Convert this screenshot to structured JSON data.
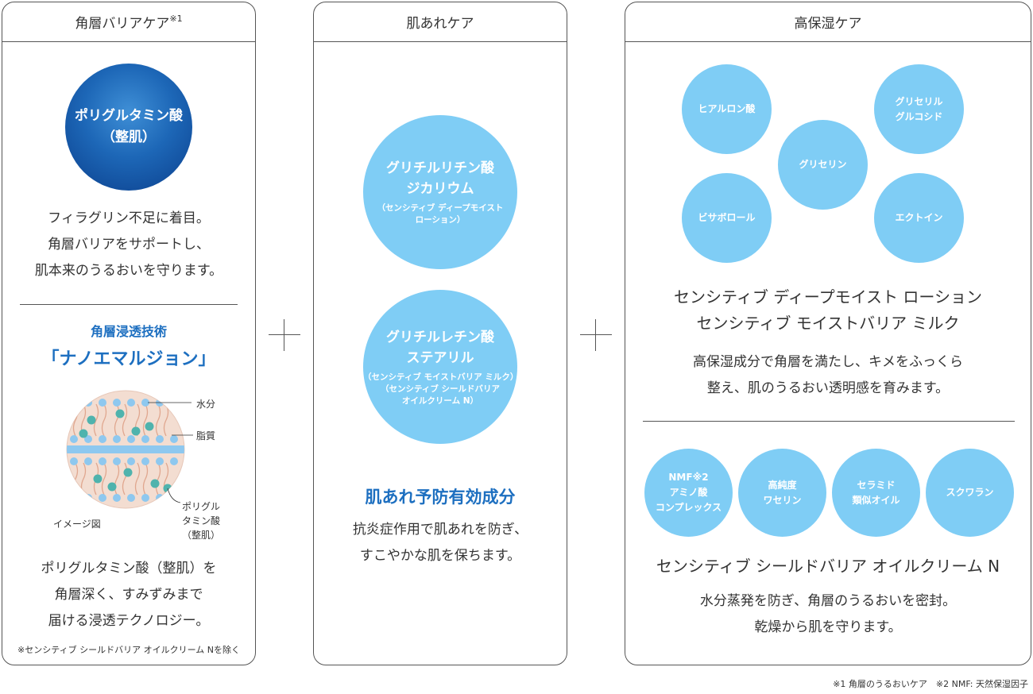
{
  "panels": {
    "barrier": {
      "title": "角層バリアケア",
      "title_mark": "※1",
      "orb_line1": "ポリグルタミン酸",
      "orb_line2": "（整肌）",
      "desc": [
        "フィラグリン不足に着目。",
        "角層バリアをサポートし、",
        "肌本来のうるおいを守ります。"
      ],
      "tech_line1": "角層浸透技術",
      "tech_line2": "「ナノエマルジョン」",
      "diagram_labels": {
        "water": "水分",
        "lipid": "脂質",
        "polyglutamic": [
          "ポリグル",
          "タミン酸",
          "（整肌）"
        ],
        "image_caption": "イメージ図"
      },
      "tech_desc": [
        "ポリグルタミン酸（整肌）を",
        "角層深く、すみずみまで",
        "届ける浸透テクノロジー。"
      ],
      "note": "※センシティブ シールドバリア オイルクリーム Nを除く"
    },
    "rough": {
      "title": "肌あれケア",
      "circle1": {
        "main": [
          "グリチルリチン酸",
          "ジカリウム"
        ],
        "sub": [
          "（センシティブ ディープモイスト",
          "ローション）"
        ]
      },
      "circle2": {
        "main": [
          "グリチルレチン酸",
          "ステアリル"
        ],
        "sub": [
          "（センシティブ モイストバリア ミルク）",
          "（センシティブ シールドバリア",
          "オイルクリーム N）"
        ]
      },
      "heading": "肌あれ予防有効成分",
      "desc": [
        "抗炎症作用で肌あれを防ぎ、",
        "すこやかな肌を保ちます。"
      ]
    },
    "moist": {
      "title": "高保湿ケア",
      "ingredients_top": [
        [
          "ヒアルロン酸"
        ],
        [
          "グリセリル",
          "グルコシド"
        ],
        [
          "グリセリン"
        ],
        [
          "ビサボロール"
        ],
        [
          "エクトイン"
        ]
      ],
      "products_1": [
        "センシティブ ディープモイスト ローション",
        "センシティブ モイストバリア ミルク"
      ],
      "desc_1": [
        "高保湿成分で角層を満たし、キメをふっくら",
        "整え、肌のうるおい透明感を育みます。"
      ],
      "ingredients_bottom": [
        [
          "NMF※2",
          "アミノ酸",
          "コンプレックス"
        ],
        [
          "高純度",
          "ワセリン"
        ],
        [
          "セラミド",
          "類似オイル"
        ],
        [
          "スクワラン"
        ]
      ],
      "product_2": "センシティブ シールドバリア オイルクリーム N",
      "desc_2": [
        "水分蒸発を防ぎ、角層のうるおいを密封。",
        "乾燥から肌を守ります。"
      ]
    }
  },
  "footnote": "※1 角層のうるおいケア　※2 NMF: 天然保湿因子",
  "colors": {
    "accent_blue": "#1d6fc0",
    "light_blue": "#7fcdf5",
    "border": "#555555"
  }
}
